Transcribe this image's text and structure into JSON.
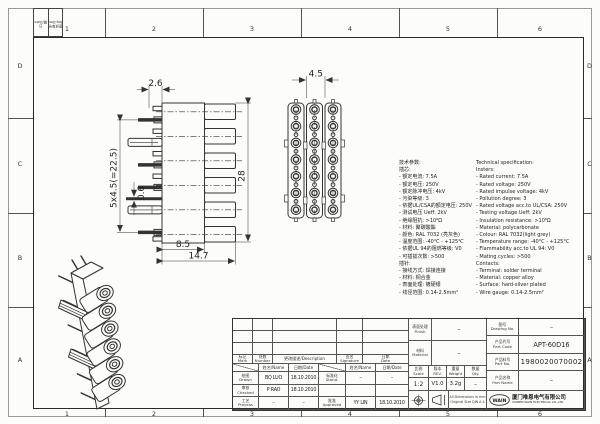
{
  "sheet": {
    "zones": {
      "cols": [
        "1",
        "2",
        "3",
        "4",
        "5",
        "6"
      ],
      "rows": [
        "D",
        "C",
        "B",
        "A"
      ]
    },
    "corner_stamp": {
      "date": "日期/Date",
      "desc": "更改单号\nReg.Des."
    }
  },
  "views": {
    "front": {
      "dim_pin_offset": "2.6",
      "dim_pitch": "5x4.5(=22.5)",
      "dim_pin_thk": "0.6",
      "dim_body_w": "8.5",
      "dim_total_w": "14.7",
      "dim_height": "28"
    },
    "side": {
      "dim_pitch": "4.5"
    }
  },
  "specs": {
    "zh": [
      "技术参数:",
      "插芯:",
      "- 额定电流: 7.5A",
      "- 额定电压: 250V",
      "- 额定脉冲电压: 4kV",
      "- 污染等级: 3",
      "- 依据UL/CSA的额定电压: 250V",
      "- 测试电压 Ueff: 2kV",
      "- 绝缘阻抗: >10⁶Ω",
      "- 材料: 聚碳酸酯",
      "- 颜色: RAL 7032 (亮灰色)",
      "- 温度范围: -40℃ - +125℃",
      "- 依据UL 94的阻燃等级: V0",
      "- 可插拔次数: >500",
      "插针:",
      "- 接线方式: 焊接连接",
      "- 材料: 铜合金",
      "- 表面处理: 镀硬银",
      "- 线径范围: 0.14-2.5mm²"
    ],
    "en": [
      "Technical specification:",
      "Insters:",
      "- Rated current: 7.5A",
      "- Rated voltage: 250V",
      "- Rated impulse voltage: 4kV",
      "- Pollution degree: 3",
      "- Rated voltage acc.to UL/CSA: 250V",
      "- Testing voltage Ueff: 2kV",
      "- Insulation resistance: >10⁶Ω",
      "- Material: polycarbonate",
      "- Colour: RAL 7032(light grey)",
      "- Temperature range: -40°C - +125°C",
      "- Flammability acc.to UL 94: V0",
      "- Mating cycles: >500",
      "Contacts:",
      "- Terminal: solder terminal",
      "- Material: copper alloy",
      "- Surface: hard-silver plated",
      "- Wire gauge: 0.14-2.5mm²"
    ]
  },
  "titleblock": {
    "revision": {
      "mark": "标记\nMark",
      "number": "处数\nNumber",
      "description": "更改描述/Description",
      "signature": "签名\nSignature",
      "date": "日期\nDate"
    },
    "subhead": {
      "name": "姓名/Name",
      "date": "日期/Date"
    },
    "rows": {
      "drawn_label": "绘图\nDrawn",
      "drawn_name": "BQ LUO",
      "drawn_date": "18.10.2010",
      "checked_label": "审核\nChecked",
      "checked_name": "P RAO",
      "checked_date": "18.10.2010",
      "process_label": "工艺\nProcess",
      "process_name": "–",
      "process_date": "–",
      "stand_label": "标准化\nStand.",
      "stand_name": "–",
      "stand_date": "–",
      "approved_label": "批准\nApproved",
      "approved_name": "YY LIN",
      "approved_date": "18.10.2010"
    },
    "fields": {
      "finish_label": "表面处理\nFinish",
      "finish": "–",
      "material_label": "材料\nMaterial",
      "material": "–",
      "scale_label": "比例\nScale",
      "scale": "1:2",
      "rev_label": "版本\nREV.",
      "rev": "V1.0",
      "weight_label": "重量\nWeight",
      "weight": "3.2g",
      "qty_label": "数量\nQty.",
      "qty": "–",
      "drawing_no_label": "图号\nDrawing No.",
      "drawing_no": "–",
      "part_code_label": "产品代号\nPart Code",
      "part_code": "APT-60D16",
      "part_no_label": "产品料号\nPart No.",
      "part_no": "1980020070002",
      "part_name_label": "产品名称\nPart Name",
      "part_name": "–"
    },
    "notes": {
      "dims": "All Dimensions in mm",
      "size": "Original Size DIN A 4"
    },
    "company": {
      "logo": "WAIN",
      "zh": "厦门唯恩电气有限公司",
      "en": "XIAMEN WAIN ELECTRICAL CO.,LTD"
    }
  }
}
